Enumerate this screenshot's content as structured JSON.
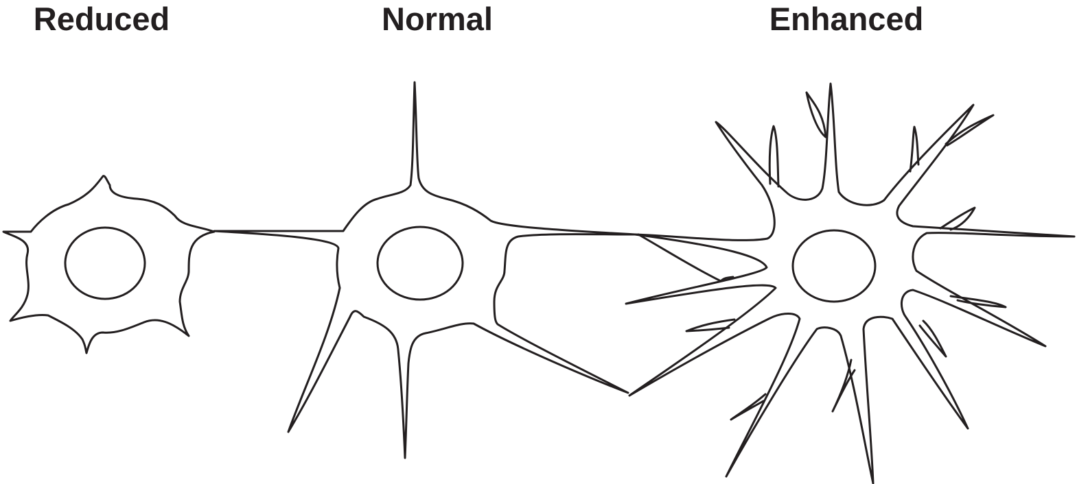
{
  "diagram": {
    "panels": [
      {
        "label": "Reduced"
      },
      {
        "label": "Normal"
      },
      {
        "label": "Enhanced"
      }
    ],
    "stroke_color": "#231f20"
  }
}
